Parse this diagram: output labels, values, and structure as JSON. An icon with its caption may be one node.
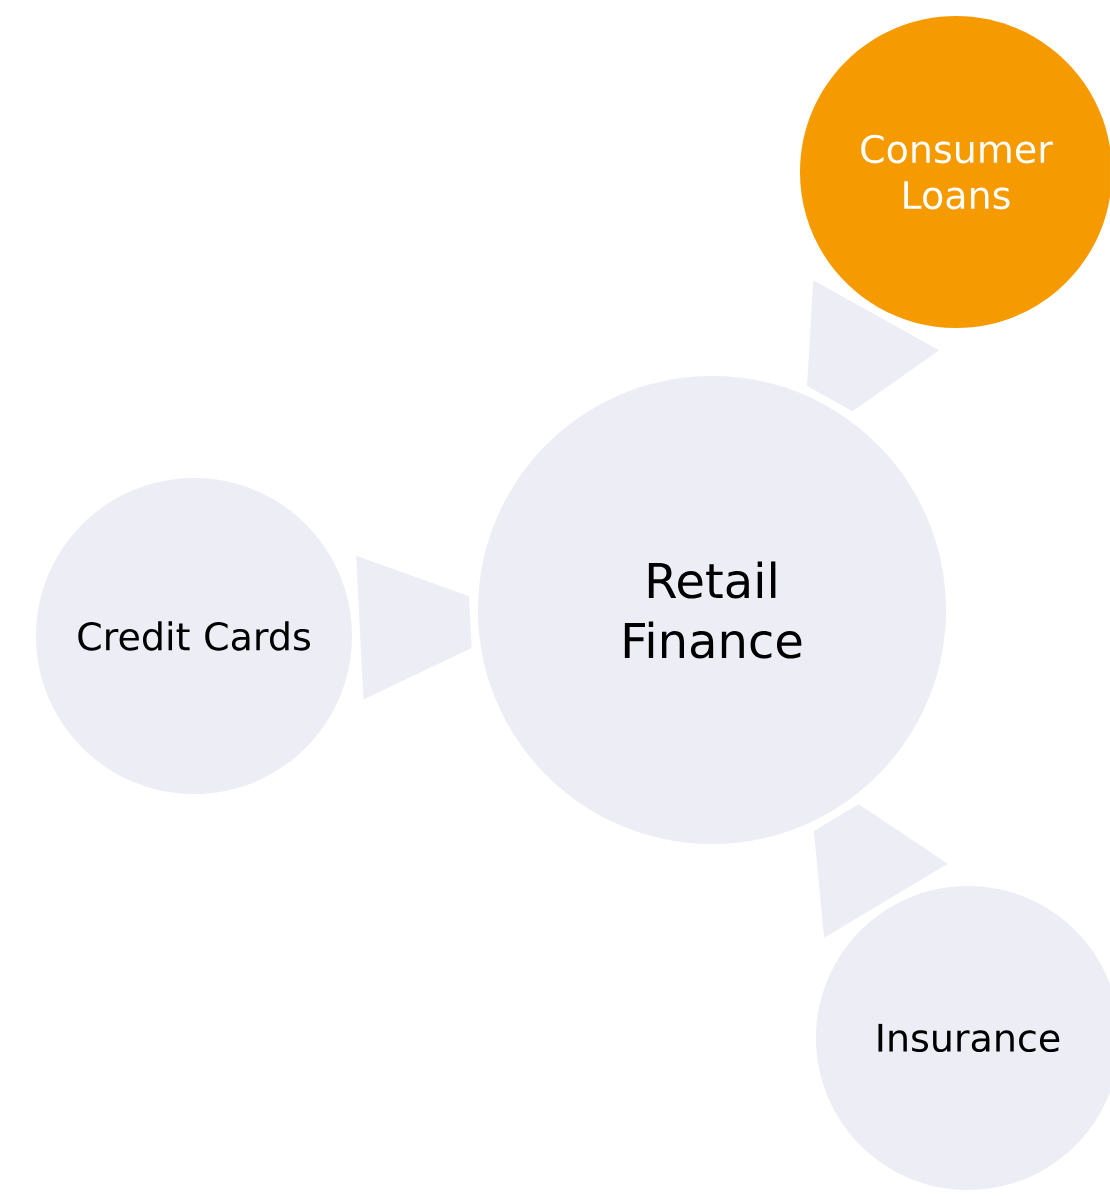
{
  "diagram": {
    "nodes": [
      {
        "text": [
          "Retail Finance"
        ]
      },
      {
        "text": [
          "Consumer Loans"
        ]
      },
      {
        "text": [
          "Credit Cards"
        ]
      },
      {
        "text": [
          "Insurance"
        ]
      }
    ],
    "edges": [
      {
        "from": 0,
        "to": 1,
        "arrow": "none"
      },
      {
        "from": 0,
        "to": 2,
        "arrow": "none"
      },
      {
        "from": 0,
        "to": 3,
        "arrow": "none"
      }
    ]
  }
}
